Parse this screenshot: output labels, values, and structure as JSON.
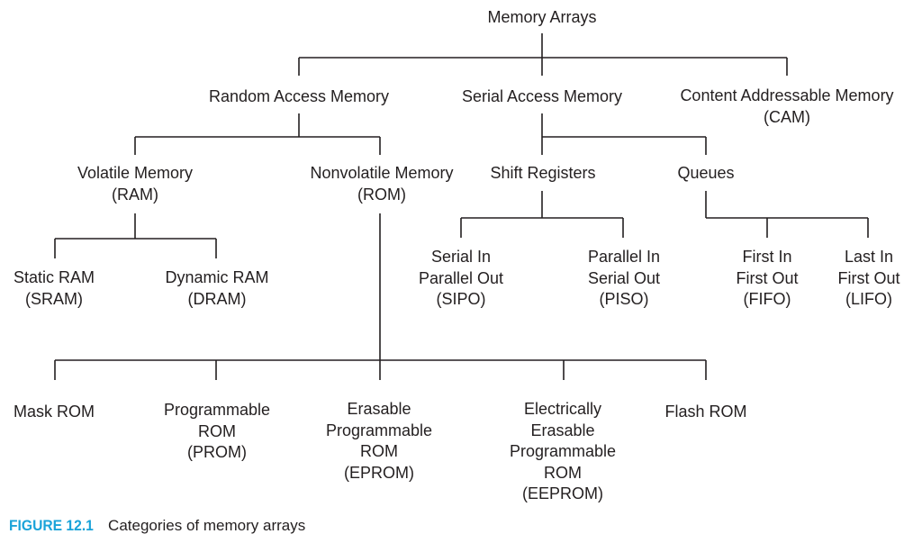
{
  "nodes": {
    "root": [
      "Memory Arrays"
    ],
    "ram_branch": [
      "Random Access Memory"
    ],
    "sam_branch": [
      "Serial Access Memory"
    ],
    "cam": [
      "Content Addressable Memory",
      "(CAM)"
    ],
    "volatile": [
      "Volatile Memory",
      "(RAM)"
    ],
    "nonvolatile": [
      "Nonvolatile Memory",
      "(ROM)"
    ],
    "shift_registers": [
      "Shift Registers"
    ],
    "queues": [
      "Queues"
    ],
    "sram": [
      "Static RAM",
      "(SRAM)"
    ],
    "dram": [
      "Dynamic RAM",
      "(DRAM)"
    ],
    "sipo": [
      "Serial In",
      "Parallel Out",
      "(SIPO)"
    ],
    "piso": [
      "Parallel In",
      "Serial Out",
      "(PISO)"
    ],
    "fifo": [
      "First In",
      "First Out",
      "(FIFO)"
    ],
    "lifo": [
      "Last In",
      "First Out",
      "(LIFO)"
    ],
    "mask_rom": [
      "Mask ROM"
    ],
    "prom": [
      "Programmable",
      "ROM",
      "(PROM)"
    ],
    "eprom": [
      "Erasable",
      "Programmable",
      "ROM",
      "(EPROM)"
    ],
    "eeprom": [
      "Electrically",
      "Erasable",
      "Programmable",
      "ROM",
      "(EEPROM)"
    ],
    "flash_rom": [
      "Flash ROM"
    ]
  },
  "caption": {
    "label": "FIGURE 12.1",
    "text": "Categories of memory arrays"
  },
  "colors": {
    "caption_label": "#1aa3d9",
    "text": "#231f20",
    "lines": "#231f20"
  }
}
